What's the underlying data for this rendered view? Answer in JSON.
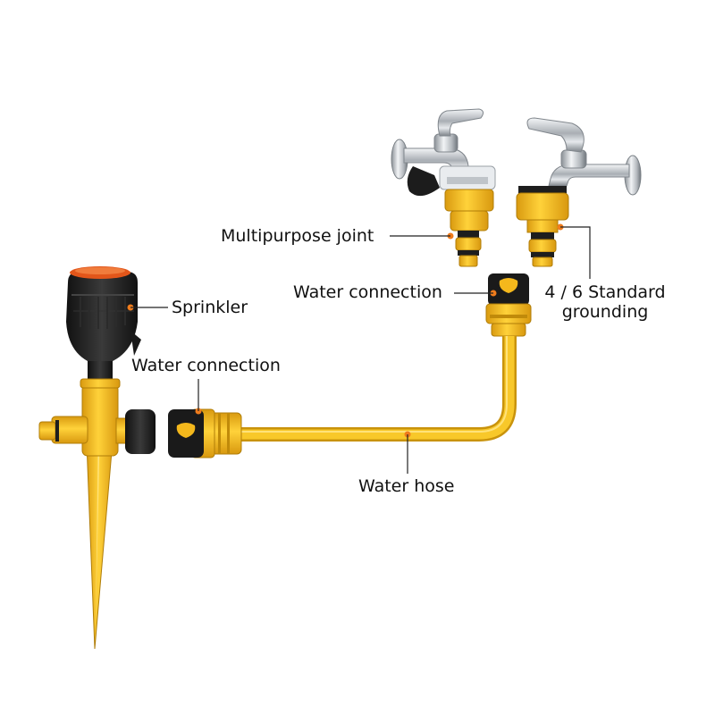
{
  "labels": {
    "multipurpose_joint": "Multipurpose joint",
    "water_connection_top": "Water connection",
    "standard_grounding_line1": "4 / 6 Standard",
    "standard_grounding_line2": "grounding",
    "sprinkler": "Sprinkler",
    "water_connection_left": "Water connection",
    "water_hose": "Water hose"
  },
  "colors": {
    "hose_yellow": "#f4c21c",
    "accent_orange": "#f07c1c",
    "body_black": "#1e1e1e",
    "chrome": "#c8ccd0",
    "leader_line": "#222222"
  },
  "icons": [
    "faucet-icon",
    "sprinkler-icon",
    "quick-connector-icon",
    "hose-icon"
  ]
}
